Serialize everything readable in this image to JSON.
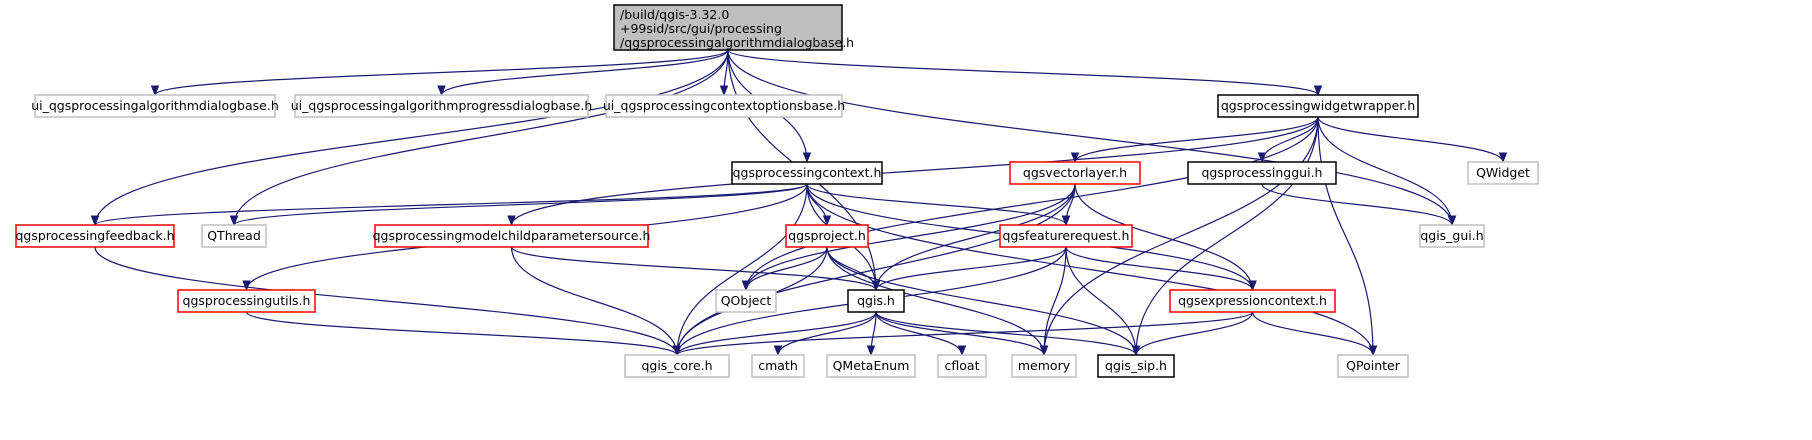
{
  "title": "/build/qgis-3.32.0+99sid/src/gui/processing/qgsprocessingalgorithmdialogbase.h include dependency graph",
  "colors": {
    "edge": "#191970",
    "root_fill": "#bfbfbf",
    "root_border": "#000000",
    "documented_border": "#000000",
    "undocumented_border": "#ff0000",
    "external_border": "#bfbfbf"
  },
  "nodes": [
    {
      "id": "root",
      "lines": [
        "/build/qgis-3.32.0",
        "+99sid/src/gui/processing",
        "/qgsprocessingalgorithmdialogbase.h"
      ],
      "kind": "root"
    },
    {
      "id": "ui_algdlg",
      "lines": [
        "ui_qgsprocessingalgorithmdialogbase.h"
      ],
      "kind": "external"
    },
    {
      "id": "ui_progdlg",
      "lines": [
        "ui_qgsprocessingalgorithmprogressdialogbase.h"
      ],
      "kind": "external"
    },
    {
      "id": "ui_ctxopt",
      "lines": [
        "ui_qgsprocessingcontextoptionsbase.h"
      ],
      "kind": "external"
    },
    {
      "id": "widgetwrapper",
      "lines": [
        "qgsprocessingwidgetwrapper.h"
      ],
      "kind": "documented"
    },
    {
      "id": "context",
      "lines": [
        "qgsprocessingcontext.h"
      ],
      "kind": "documented"
    },
    {
      "id": "vectorlayer",
      "lines": [
        "qgsvectorlayer.h"
      ],
      "kind": "undocumented"
    },
    {
      "id": "procgui",
      "lines": [
        "qgsprocessinggui.h"
      ],
      "kind": "documented"
    },
    {
      "id": "qwidget",
      "lines": [
        "QWidget"
      ],
      "kind": "external"
    },
    {
      "id": "feedback",
      "lines": [
        "qgsprocessingfeedback.h"
      ],
      "kind": "undocumented"
    },
    {
      "id": "qthread",
      "lines": [
        "QThread"
      ],
      "kind": "external"
    },
    {
      "id": "modelchild",
      "lines": [
        "qgsprocessingmodelchildparametersource.h"
      ],
      "kind": "undocumented"
    },
    {
      "id": "project",
      "lines": [
        "qgsproject.h"
      ],
      "kind": "undocumented"
    },
    {
      "id": "featreq",
      "lines": [
        "qgsfeaturerequest.h"
      ],
      "kind": "undocumented"
    },
    {
      "id": "qgisgui",
      "lines": [
        "qgis_gui.h"
      ],
      "kind": "external"
    },
    {
      "id": "utils",
      "lines": [
        "qgsprocessingutils.h"
      ],
      "kind": "undocumented"
    },
    {
      "id": "qobject",
      "lines": [
        "QObject"
      ],
      "kind": "external"
    },
    {
      "id": "qgis",
      "lines": [
        "qgis.h"
      ],
      "kind": "documented"
    },
    {
      "id": "exprctx",
      "lines": [
        "qgsexpressioncontext.h"
      ],
      "kind": "undocumented"
    },
    {
      "id": "qgiscore",
      "lines": [
        "qgis_core.h"
      ],
      "kind": "external"
    },
    {
      "id": "cmath",
      "lines": [
        "cmath"
      ],
      "kind": "external"
    },
    {
      "id": "qmetaenum",
      "lines": [
        "QMetaEnum"
      ],
      "kind": "external"
    },
    {
      "id": "cfloat",
      "lines": [
        "cfloat"
      ],
      "kind": "external"
    },
    {
      "id": "memory",
      "lines": [
        "memory"
      ],
      "kind": "external"
    },
    {
      "id": "qgissip",
      "lines": [
        "qgis_sip.h"
      ],
      "kind": "documented"
    },
    {
      "id": "qpointer",
      "lines": [
        "QPointer"
      ],
      "kind": "external"
    }
  ],
  "edges": [
    [
      "root",
      "ui_algdlg"
    ],
    [
      "root",
      "ui_progdlg"
    ],
    [
      "root",
      "ui_ctxopt"
    ],
    [
      "root",
      "widgetwrapper"
    ],
    [
      "root",
      "context"
    ],
    [
      "root",
      "qgis"
    ],
    [
      "root",
      "feedback"
    ],
    [
      "root",
      "qthread"
    ],
    [
      "root",
      "qgisgui"
    ],
    [
      "widgetwrapper",
      "vectorlayer"
    ],
    [
      "widgetwrapper",
      "procgui"
    ],
    [
      "widgetwrapper",
      "qwidget"
    ],
    [
      "widgetwrapper",
      "modelchild"
    ],
    [
      "widgetwrapper",
      "qgisgui"
    ],
    [
      "widgetwrapper",
      "qobject"
    ],
    [
      "widgetwrapper",
      "qgissip"
    ],
    [
      "widgetwrapper",
      "memory"
    ],
    [
      "widgetwrapper",
      "qpointer"
    ],
    [
      "procgui",
      "qgisgui"
    ],
    [
      "context",
      "feedback"
    ],
    [
      "context",
      "qthread"
    ],
    [
      "context",
      "utils"
    ],
    [
      "context",
      "project"
    ],
    [
      "context",
      "qgis"
    ],
    [
      "context",
      "featreq"
    ],
    [
      "context",
      "exprctx"
    ],
    [
      "context",
      "qgiscore"
    ],
    [
      "context",
      "qpointer"
    ],
    [
      "vectorlayer",
      "featreq"
    ],
    [
      "vectorlayer",
      "qgis"
    ],
    [
      "vectorlayer",
      "exprctx"
    ],
    [
      "vectorlayer",
      "qgiscore"
    ],
    [
      "vectorlayer",
      "qobject"
    ],
    [
      "feedback",
      "qgiscore"
    ],
    [
      "modelchild",
      "qgis"
    ],
    [
      "modelchild",
      "qgiscore"
    ],
    [
      "project",
      "qgis"
    ],
    [
      "project",
      "qobject"
    ],
    [
      "project",
      "qgiscore"
    ],
    [
      "project",
      "memory"
    ],
    [
      "project",
      "qgissip"
    ],
    [
      "featreq",
      "qgis"
    ],
    [
      "featreq",
      "exprctx"
    ],
    [
      "featreq",
      "memory"
    ],
    [
      "featreq",
      "qgissip"
    ],
    [
      "featreq",
      "qgiscore"
    ],
    [
      "utils",
      "qgiscore"
    ],
    [
      "qgis",
      "qgiscore"
    ],
    [
      "qgis",
      "cmath"
    ],
    [
      "qgis",
      "qmetaenum"
    ],
    [
      "qgis",
      "cfloat"
    ],
    [
      "qgis",
      "memory"
    ],
    [
      "qgis",
      "qgissip"
    ],
    [
      "exprctx",
      "qgiscore"
    ],
    [
      "exprctx",
      "qgissip"
    ],
    [
      "exprctx",
      "qpointer"
    ]
  ]
}
